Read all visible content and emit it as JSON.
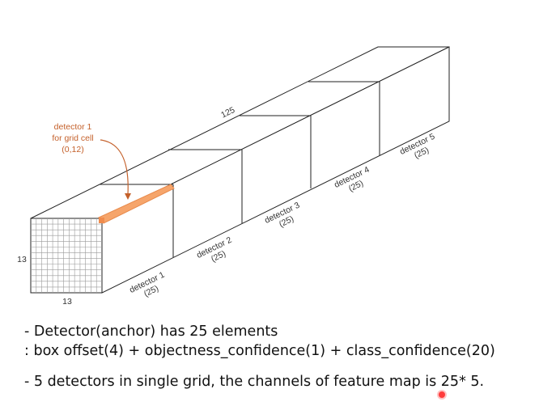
{
  "diagram": {
    "depth_label": "125",
    "side_label_height": "13",
    "side_label_width": "13",
    "callout": {
      "line1": "detector 1",
      "line2": "for grid cell",
      "line3": "(0,12)",
      "color": "#c4602a"
    },
    "highlight_color": "#f6a56b",
    "detectors": [
      {
        "name": "detector 1",
        "size": "(25)"
      },
      {
        "name": "detector 2",
        "size": "(25)"
      },
      {
        "name": "detector 3",
        "size": "(25)"
      },
      {
        "name": "detector 4",
        "size": "(25)"
      },
      {
        "name": "detector 5",
        "size": "(25)"
      }
    ]
  },
  "notes": {
    "line1": "- Detector(anchor) has 25 elements",
    "line2": ": box offset(4) + objectness_confidence(1) + class_confidence(20)",
    "line3": "- 5 detectors in single grid, the channels of feature map is 25* 5."
  }
}
